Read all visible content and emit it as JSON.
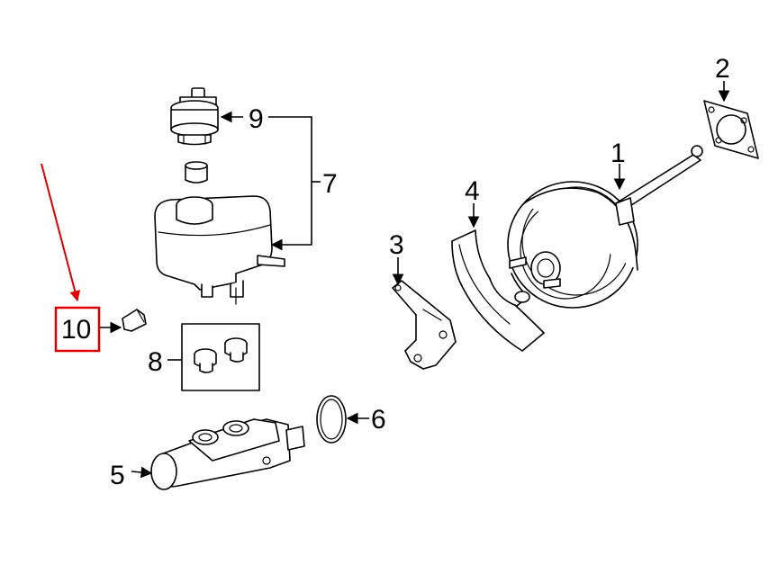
{
  "callouts": [
    {
      "id": "1",
      "text": "1"
    },
    {
      "id": "2",
      "text": "2"
    },
    {
      "id": "3",
      "text": "3"
    },
    {
      "id": "4",
      "text": "4"
    },
    {
      "id": "5",
      "text": "5"
    },
    {
      "id": "6",
      "text": "6"
    },
    {
      "id": "7",
      "text": "7"
    },
    {
      "id": "8",
      "text": "8"
    },
    {
      "id": "9",
      "text": "9"
    },
    {
      "id": "10",
      "text": "10"
    }
  ],
  "highlight": {
    "callout": "10",
    "color": "#e00000"
  }
}
